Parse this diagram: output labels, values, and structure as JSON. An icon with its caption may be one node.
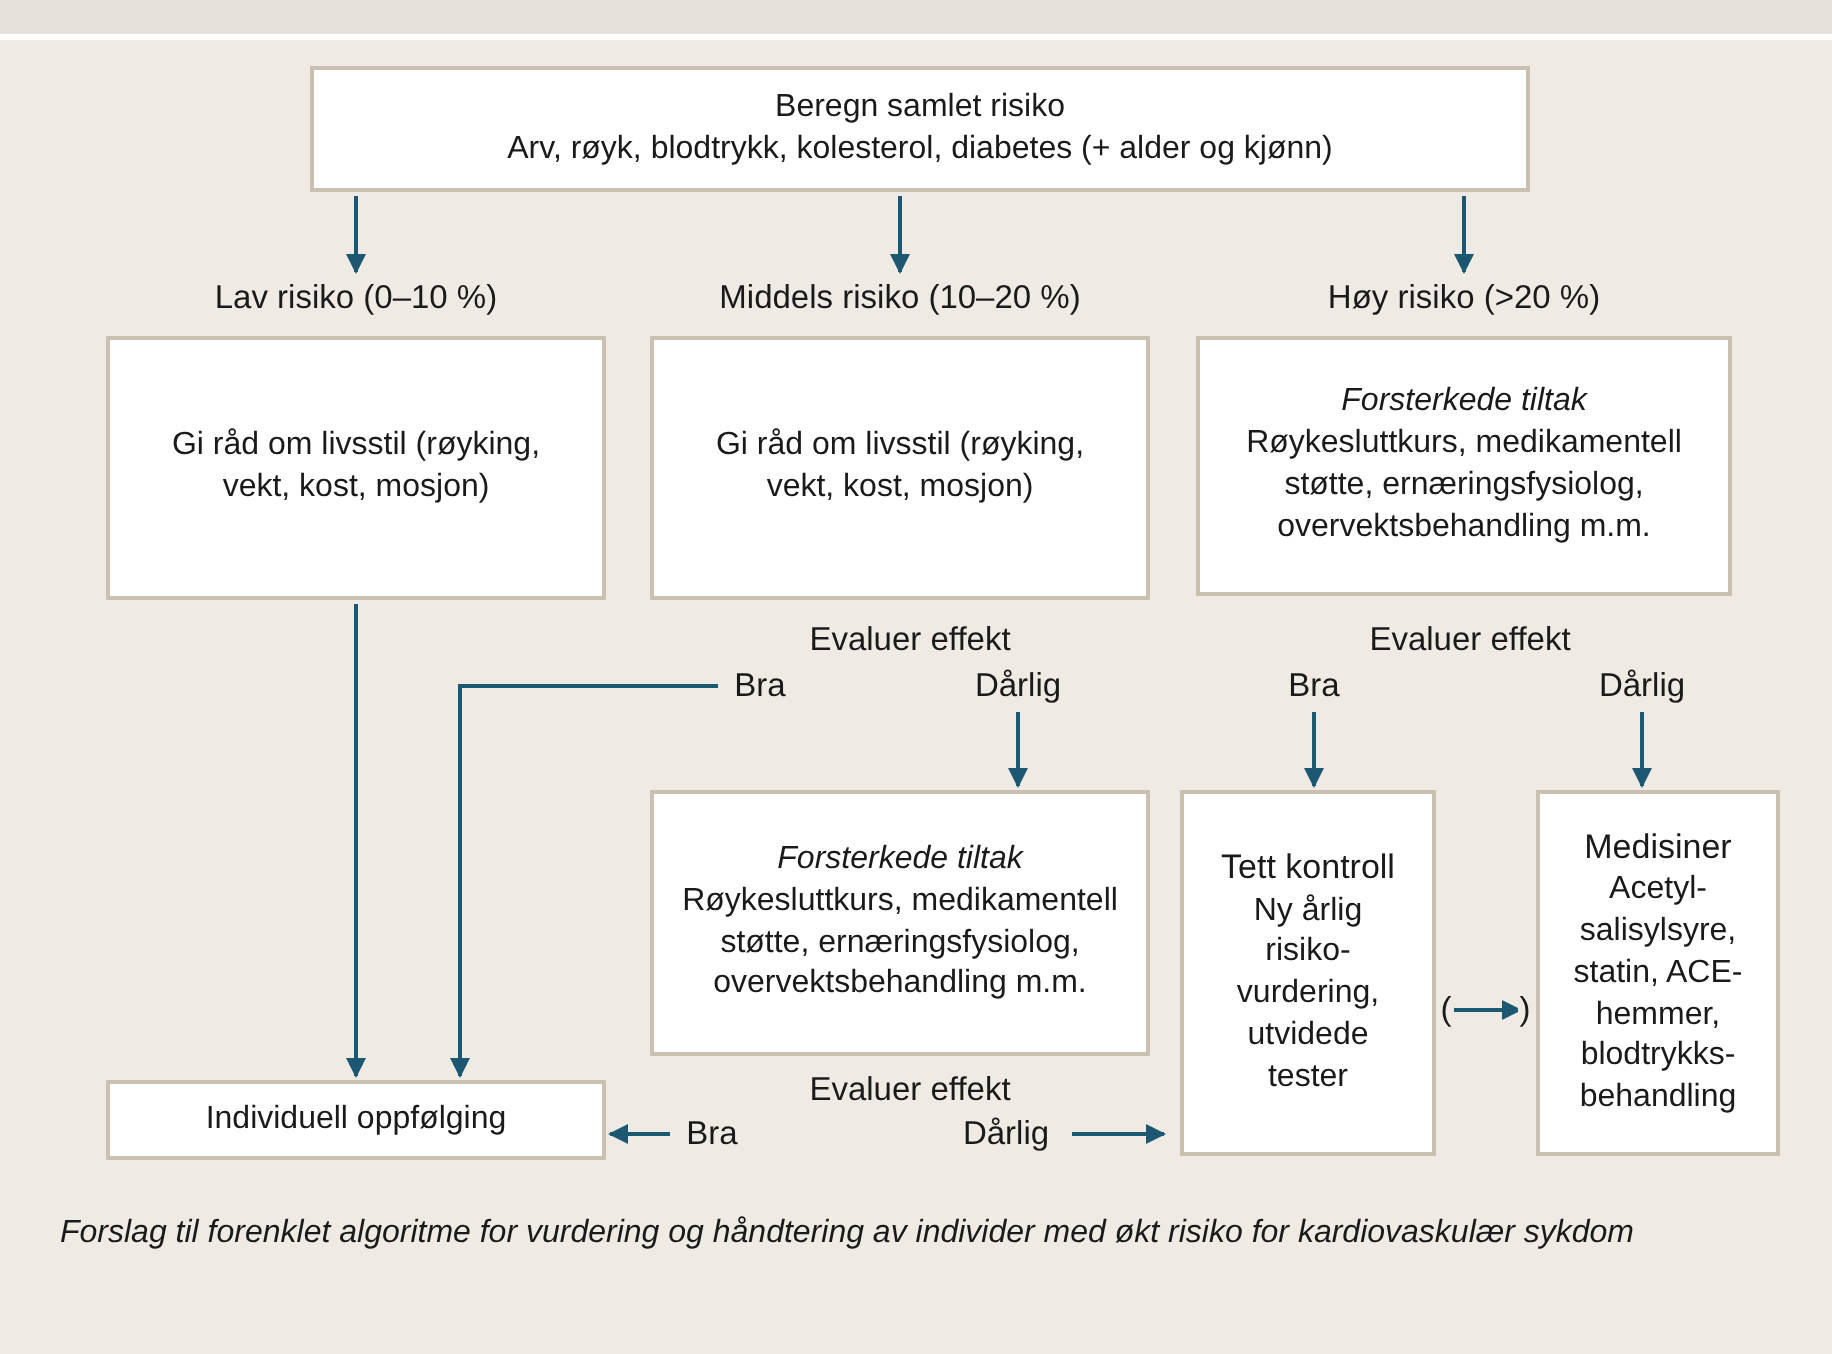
{
  "diagram": {
    "caption": "Forslag til forenklet algoritme for vurdering og håndtering av individer med økt risiko for kardiovaskulær sykdom",
    "nodes": [
      {
        "text": [
          "Beregn samlet risiko",
          "Arv, røyk, blodtrykk, kolesterol, diabetes (+ alder og kjønn)"
        ]
      },
      {
        "text": [
          "Lav risiko (0–10 %)",
          "Gi råd om livsstil (røyking, vekt, kost, mosjon)"
        ]
      },
      {
        "text": [
          "Middels risiko (10–20 %)",
          "Gi råd om livsstil (røyking, vekt, kost, mosjon)"
        ]
      },
      {
        "text": [
          "Høy risiko (>20 %)",
          "Forsterkede tiltak",
          "Røykesluttkurs, medikamentell støtte, ernæringsfysiolog, overvektsbehandling m.m."
        ]
      },
      {
        "text": [
          "Bra"
        ]
      },
      {
        "text": [
          "Dårlig"
        ]
      },
      {
        "text": [
          "Bra"
        ]
      },
      {
        "text": [
          "Dårlig"
        ]
      },
      {
        "text": [
          "Forsterkede tiltak",
          "Røykesluttkurs, medikamentell støtte, ernæringsfysiolog, overvektsbehandling m.m."
        ]
      },
      {
        "text": [
          "Tett kontroll",
          "Ny årlig risiko- vurdering, utvidede tester"
        ]
      },
      {
        "text": [
          "Medisiner",
          "Acetyl- salisylsyre, statin, ACE-hemmer, blodtrykks- behandling"
        ]
      },
      {
        "text": [
          "Individuell oppfølging"
        ]
      },
      {
        "text": [
          "Bra"
        ]
      },
      {
        "text": [
          "Dårlig"
        ]
      }
    ],
    "edges": [
      {
        "from": 0,
        "to": 1,
        "arrow": "to"
      },
      {
        "from": 0,
        "to": 2,
        "arrow": "to"
      },
      {
        "from": 0,
        "to": 3,
        "arrow": "to"
      },
      {
        "from": 1,
        "to": 11,
        "arrow": "to"
      },
      {
        "from": 4,
        "to": 11,
        "arrow": "to"
      },
      {
        "from": 5,
        "to": 8,
        "arrow": "to"
      },
      {
        "from": 6,
        "to": 9,
        "arrow": "to"
      },
      {
        "from": 7,
        "to": 10,
        "arrow": "to"
      },
      {
        "from": 12,
        "to": 11,
        "arrow": "to"
      },
      {
        "from": 13,
        "to": 9,
        "arrow": "to"
      },
      {
        "from": 9,
        "to": 10,
        "arrow": "to"
      }
    ],
    "labels": [
      "Evaluer effekt",
      "Evaluer effekt",
      "(",
      ")",
      "Evaluer effekt"
    ]
  }
}
